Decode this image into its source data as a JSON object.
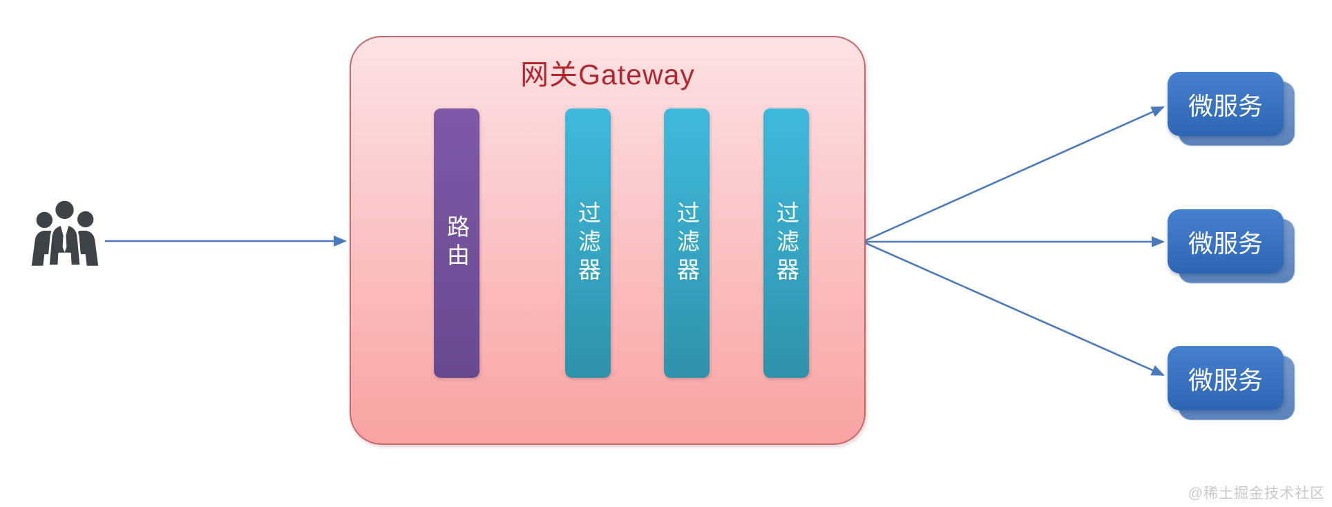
{
  "colors": {
    "arrow": "#4a79bb",
    "gateway-top": "#fce2e4",
    "gateway-bottom": "#f9a2a2",
    "gateway-border": "#c4686b",
    "title": "#b2262e",
    "route-top": "#7e59a6",
    "route-bottom": "#684a90",
    "filter-top": "#3fb9dc",
    "filter-bottom": "#2e93aa",
    "ms-top": "#4681ce",
    "ms-bottom": "#2e66b4",
    "ms-back": "#678fc7",
    "icon": "#3d4347",
    "watermark": "#c9c9c9"
  },
  "users": {
    "icon": "group-of-people"
  },
  "gateway": {
    "title": "网关Gateway",
    "route": {
      "label": "路由"
    },
    "filters": [
      {
        "label": "过滤器"
      },
      {
        "label": "过滤器"
      },
      {
        "label": "过滤器"
      }
    ]
  },
  "microservices": [
    {
      "label": "微服务"
    },
    {
      "label": "微服务"
    },
    {
      "label": "微服务"
    }
  ],
  "watermark": "@稀土掘金技术社区"
}
